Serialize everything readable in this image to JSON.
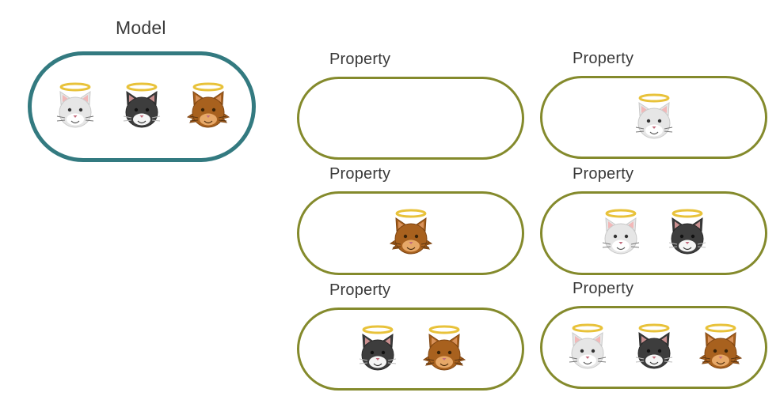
{
  "model": {
    "label": "Model",
    "cats": [
      "white-cat",
      "black-cat",
      "orange-cat"
    ]
  },
  "properties": [
    {
      "label": "Property",
      "cats": []
    },
    {
      "label": "Property",
      "cats": [
        "white-cat"
      ]
    },
    {
      "label": "Property",
      "cats": [
        "orange-cat"
      ]
    },
    {
      "label": "Property",
      "cats": [
        "white-cat",
        "black-cat"
      ]
    },
    {
      "label": "Property",
      "cats": [
        "black-cat",
        "orange-cat"
      ]
    },
    {
      "label": "Property",
      "cats": [
        "white-cat",
        "black-cat",
        "orange-cat"
      ]
    }
  ],
  "colors": {
    "model_border": "#337a80",
    "property_border": "#848a2c",
    "halo": "#e8c23a",
    "white_cat": "#e6e6e6",
    "black_cat": "#3d3d3d",
    "orange_cat": "#a8611e"
  }
}
